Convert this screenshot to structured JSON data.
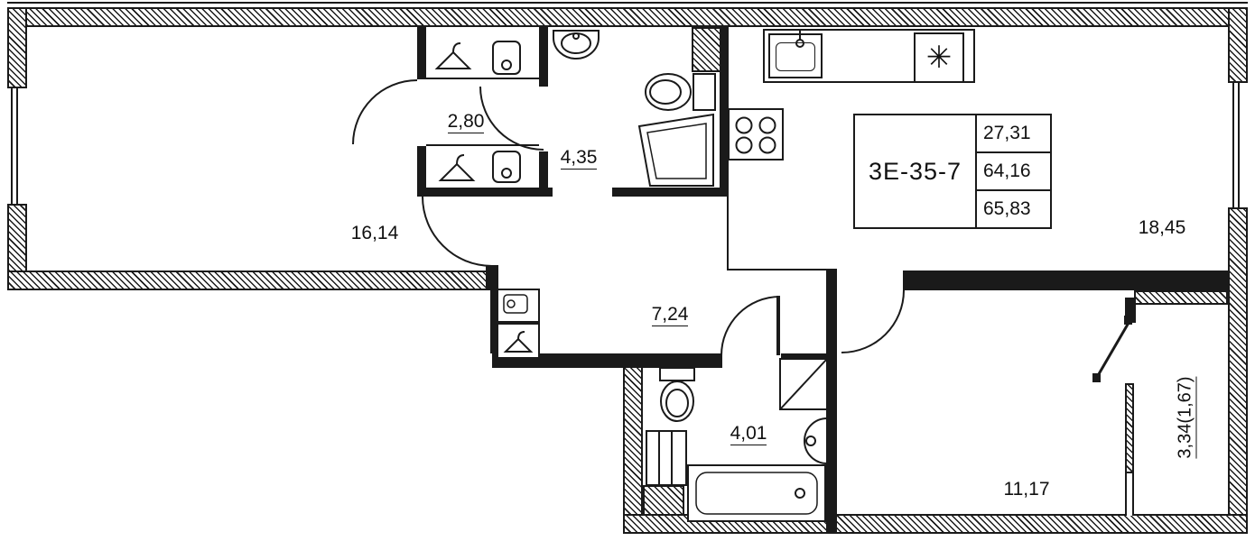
{
  "info_box": {
    "type_label": "3Е-35-7",
    "values": [
      "27,31",
      "64,16",
      "65,83"
    ]
  },
  "rooms": {
    "living": "16,14",
    "wardrobe": "2,80",
    "bath_upper": "4,35",
    "hallway": "7,24",
    "kitchen_living": "18,45",
    "bath_lower": "4,01",
    "bedroom": "11,17",
    "balcony": "3,34(1,67)"
  },
  "icons": {
    "vent_star": "✳"
  }
}
